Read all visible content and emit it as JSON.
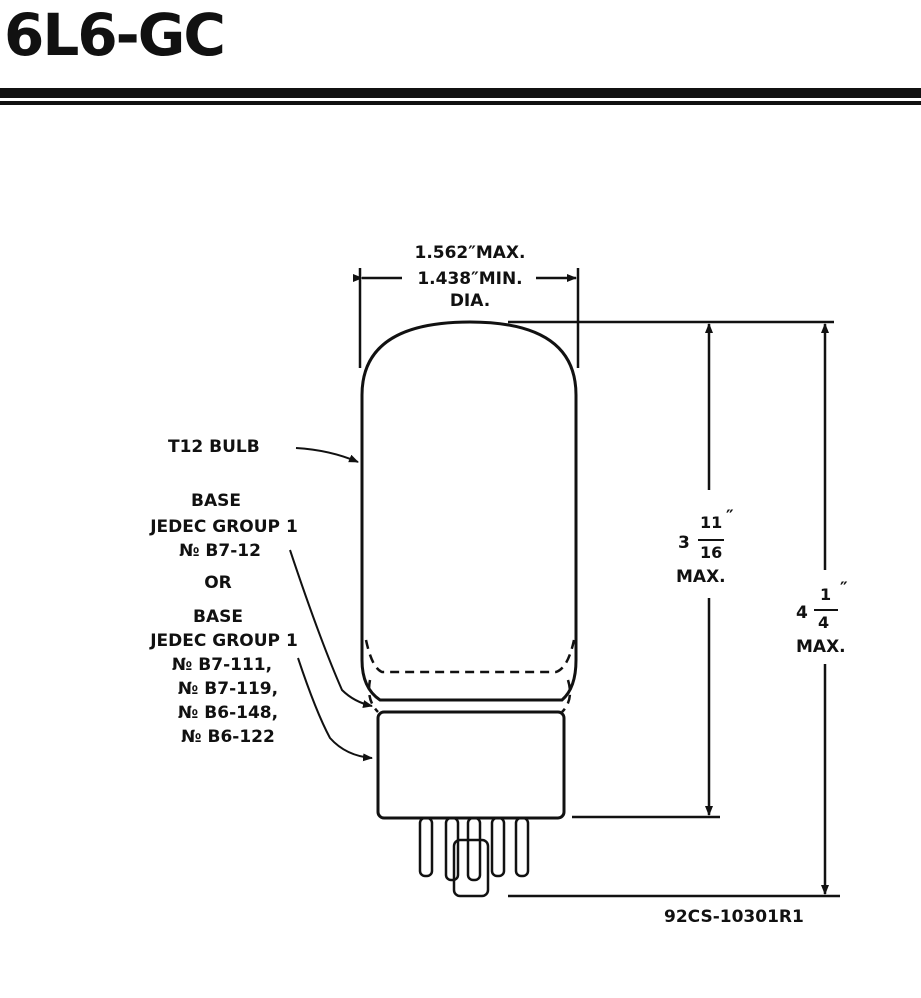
{
  "header": {
    "title": "6L6-GC"
  },
  "diagram": {
    "diameter_label": {
      "line1": "1.562″MAX.",
      "line2": "1.438″MIN.",
      "line3": "DIA."
    },
    "bulb_label": "T12 BULB",
    "base_labels": [
      "BASE",
      "JEDEC GROUP 1",
      "№ B7-12",
      "OR",
      "BASE",
      "JEDEC GROUP 1",
      "№ B7-111,",
      "№ B7-119,",
      "№ B6-148,",
      "№ B6-122"
    ],
    "seated_height": {
      "whole": "3",
      "num": "11",
      "den": "16",
      "inch": "″",
      "max": "MAX."
    },
    "overall_height": {
      "whole": "4",
      "num": "1",
      "den": "4",
      "inch": "″",
      "max": "MAX."
    },
    "drawing_number": "92CS-10301R1"
  }
}
